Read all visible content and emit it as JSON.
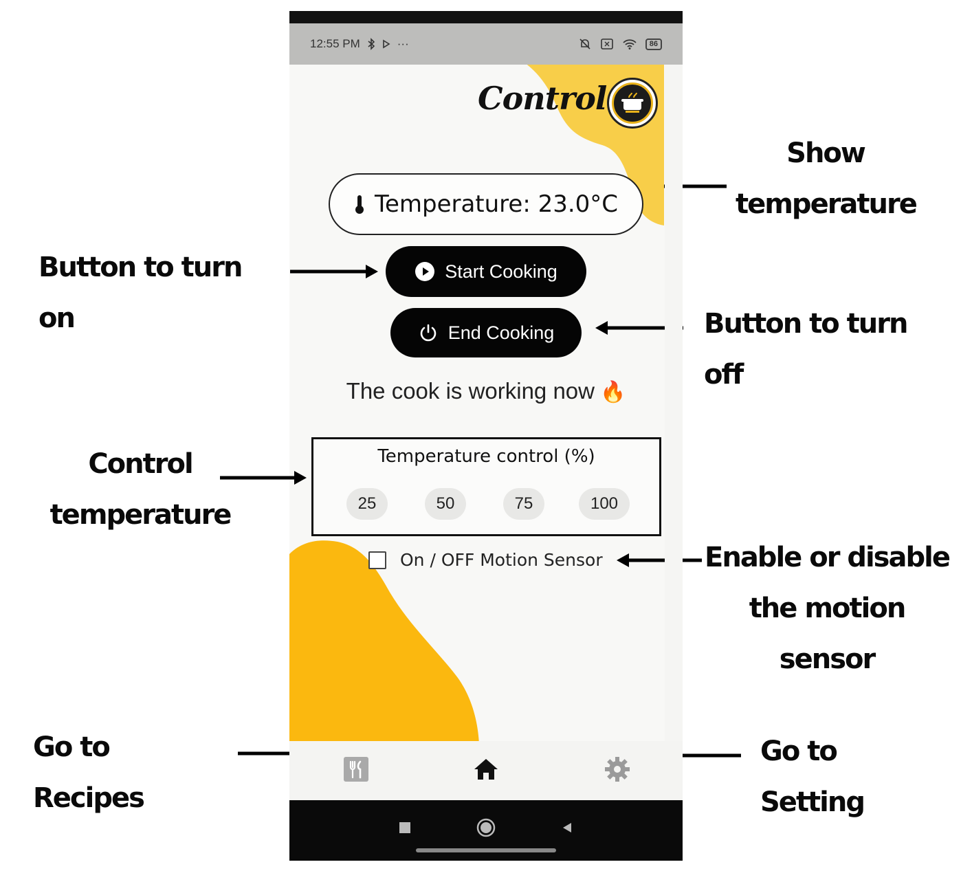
{
  "status_bar": {
    "time": "12:55 PM",
    "left_extra": "···",
    "battery": "86"
  },
  "header": {
    "title": "Control"
  },
  "temperature": {
    "label": "Temperature: 23.0°C"
  },
  "buttons": {
    "start": "Start Cooking",
    "end": "End Cooking"
  },
  "cook_status": {
    "text": "The cook is working now",
    "emoji": "🔥"
  },
  "temperature_control": {
    "title": "Temperature control (%)",
    "levels": [
      "25",
      "50",
      "75",
      "100"
    ]
  },
  "motion_sensor": {
    "label": "On / OFF Motion Sensor",
    "checked": false
  },
  "bottom_nav": {
    "items": [
      "recipes-icon",
      "home-icon",
      "settings-icon"
    ],
    "active": "home-icon"
  },
  "colors": {
    "accent": "#FBB80F",
    "accent_light": "#F8CE49",
    "button_bg": "#050505"
  },
  "annotations": {
    "show_temperature_1": "Show",
    "show_temperature_2": "temperature",
    "turn_on": "Button to turn on",
    "turn_off": "Button to turn off",
    "control_temperature_1": "Control",
    "control_temperature_2": "temperature",
    "motion_1": "Enable or disable",
    "motion_2": "the motion sensor",
    "recipes": "Go to Recipes",
    "setting": "Go to Setting"
  }
}
